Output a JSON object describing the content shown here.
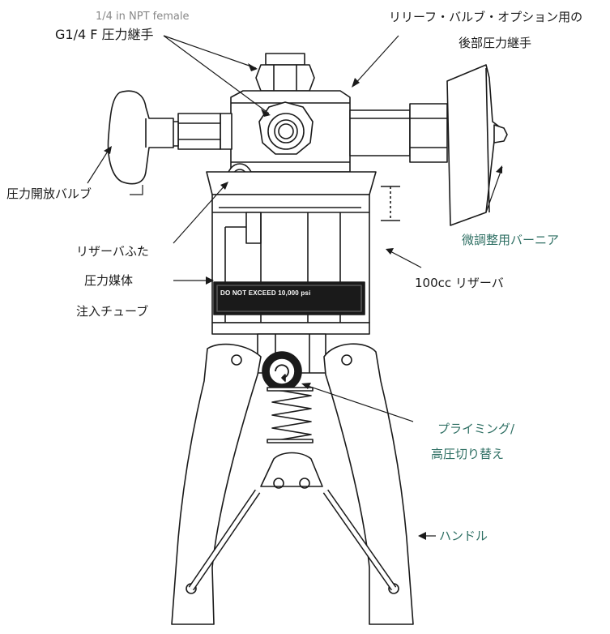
{
  "colors": {
    "line": "#1a1a1a",
    "label": "#1a1a1a",
    "accent_label": "#2e6f63",
    "faded_label": "#888888"
  },
  "labels": {
    "fitting_faded": "1/4 in NPT female",
    "g14_fitting": "G1/4 F 圧力継手",
    "relief_line1": "リリーフ・バルブ・オプション用の",
    "relief_line2": "後部圧力継手",
    "release_valve": "圧力開放バルブ",
    "vernier": "微調整用バーニア",
    "reservoir_cap": "リザーバふた",
    "reservoir": "100cc リザーバ",
    "fill_tube_line1": "圧力媒体",
    "fill_tube_line2": "注入チューブ",
    "priming_line1": "プライミング/",
    "priming_line2": "高圧切り替え",
    "handle": "ハンドル",
    "plate_text": "DO NOT EXCEED 10,000 psi"
  }
}
